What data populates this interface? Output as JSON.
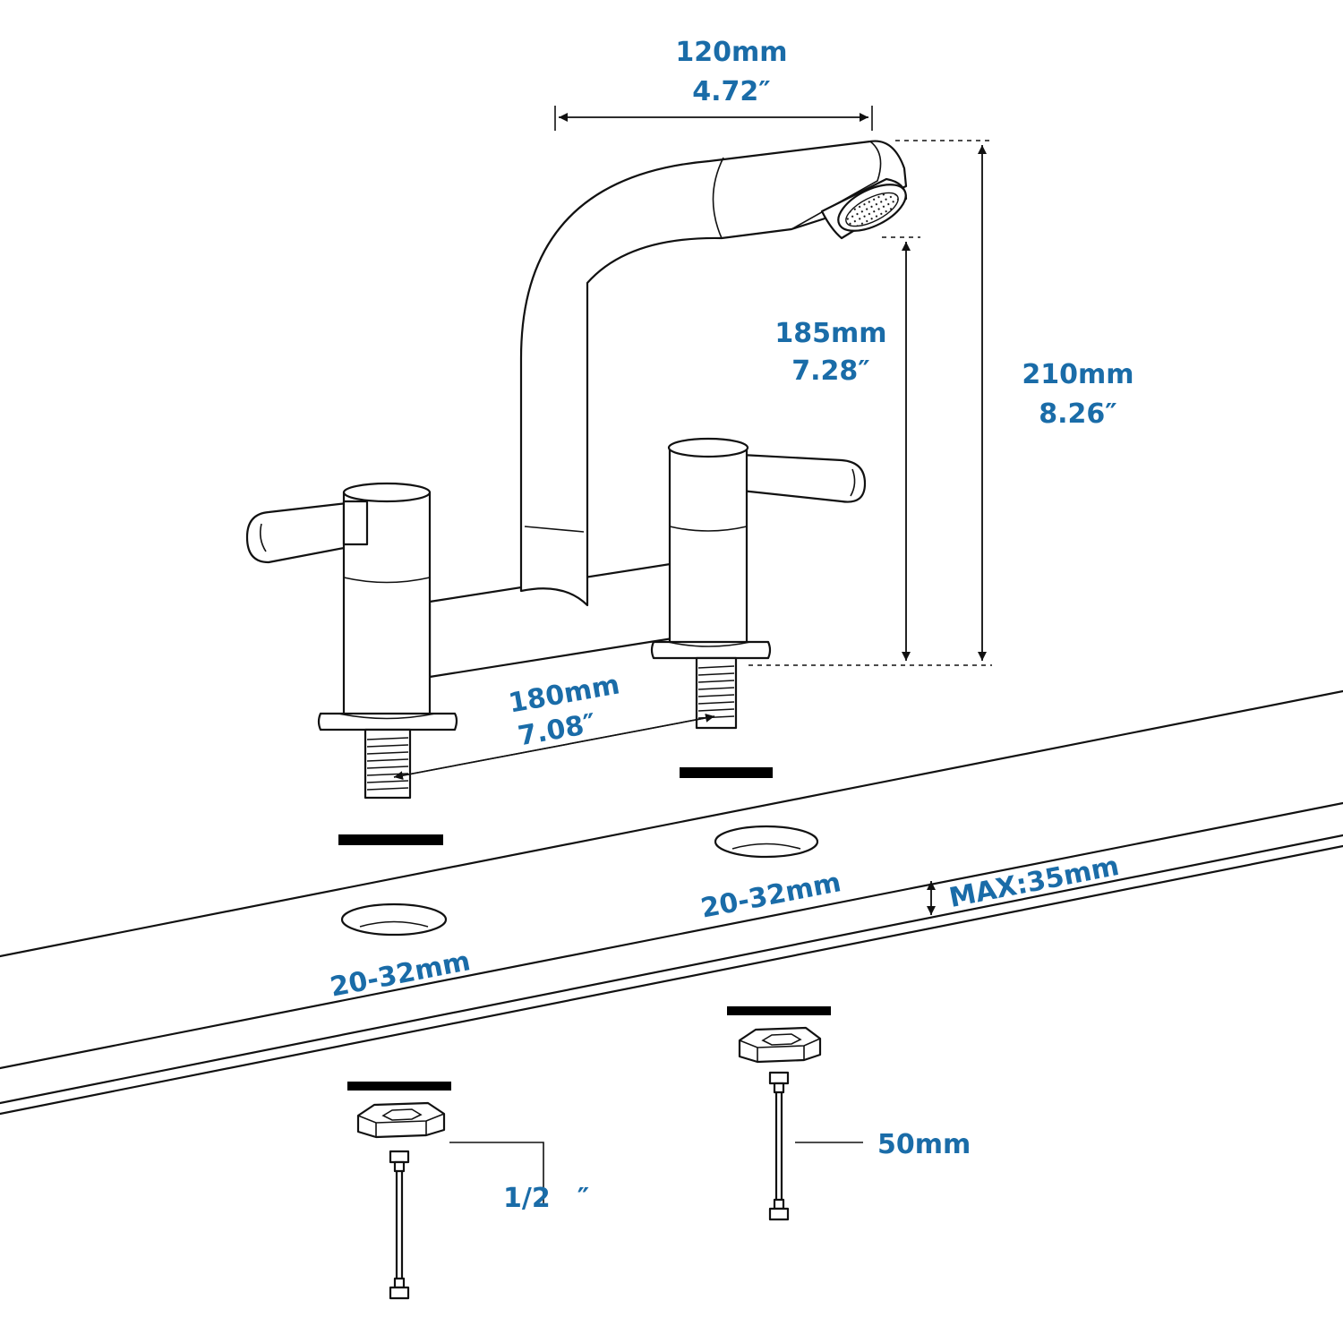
{
  "colors": {
    "dimension_text": "#1a6ca8",
    "line": "#111111"
  },
  "dimensions": {
    "spout_reach": {
      "mm": "120mm",
      "inch": "4.72″"
    },
    "spout_height": {
      "mm": "185mm",
      "inch": "7.28″"
    },
    "total_height": {
      "mm": "210mm",
      "inch": "8.26″"
    },
    "center_distance": {
      "mm": "180mm",
      "inch": "7.08″"
    },
    "hole_left": "20-32mm",
    "hole_right": "20-32mm",
    "deck_thickness": "MAX:35mm",
    "hose_thread": "1/2　″",
    "hose_length": "50mm"
  }
}
